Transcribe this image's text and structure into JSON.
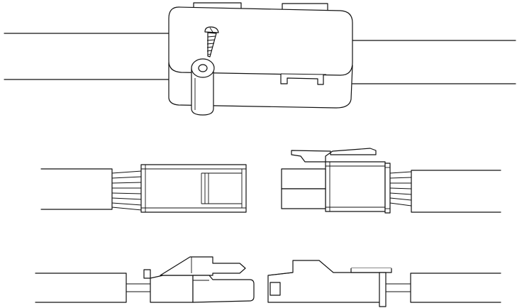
{
  "figure": {
    "background": "#ffffff",
    "line_color": "#111111",
    "views": [
      "enclosure-with-screw",
      "connector-pair-top-view",
      "connector-pair-side-view"
    ]
  }
}
